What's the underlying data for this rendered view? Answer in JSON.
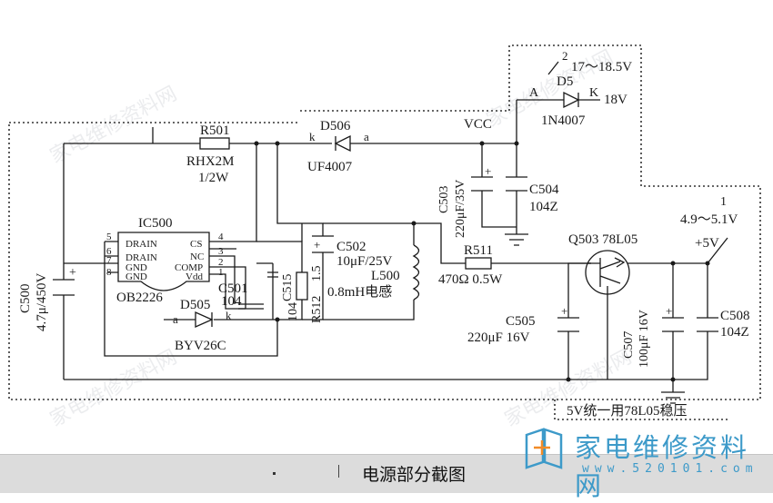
{
  "labels": {
    "r501": "R501",
    "r501_part": "RHX2M",
    "r501_power": "1/2W",
    "ic500": "IC500",
    "ic500_part": "OB2226",
    "drain1": "DRAIN",
    "drain2": "DRAIN",
    "gnd1": "GND",
    "gnd2": "GND",
    "cs": "CS",
    "nc": "NC",
    "comp": "COMP",
    "vdd": "Vdd",
    "pin5": "5",
    "pin6": "6",
    "pin7": "7",
    "pin8": "8",
    "pin4": "4",
    "pin3": "3",
    "pin2": "2",
    "pin1": "1",
    "c500": "C500",
    "c500_val": "4.7μ/450V",
    "c501": "C501",
    "c501_val": "104",
    "c515": "C515",
    "c515_val": "104",
    "r512": "R512",
    "r512_val": "1.5",
    "d505": "D505",
    "d505_part": "BYV26C",
    "d505_a": "a",
    "d505_k": "k",
    "d506": "D506",
    "d506_part": "UF4007",
    "d506_a": "a",
    "d506_k": "k",
    "c502": "C502",
    "c502_val": "10μF/25V",
    "l500": "L500",
    "l500_val": "0.8mH电感",
    "vcc": "VCC",
    "c503": "C503",
    "c503_val": "220μF/35V",
    "c504": "C504",
    "c504_val": "104Z",
    "r511": "R511",
    "r511_val": "470Ω 0.5W",
    "q503": "Q503 78L05",
    "c505": "C505",
    "c505_val": "220μF 16V",
    "c507": "C507",
    "c507_val": "100μF 16V",
    "c508": "C508",
    "c508_val": "104Z",
    "d5": "D5",
    "d5_part": "1N4007",
    "d5_a": "A",
    "d5_k": "K",
    "v17": "17～18.5V",
    "v18": "18V",
    "mark2": "2",
    "mark1": "1",
    "v49": "4.9～5.1V",
    "v5": "+5V",
    "note_5v": "5V统一用78L05稳压"
  },
  "watermark": "家电维修资料网",
  "caption": "电源部分截图",
  "brand": {
    "name": "家电维修资料网",
    "url": "www.520101.com"
  }
}
